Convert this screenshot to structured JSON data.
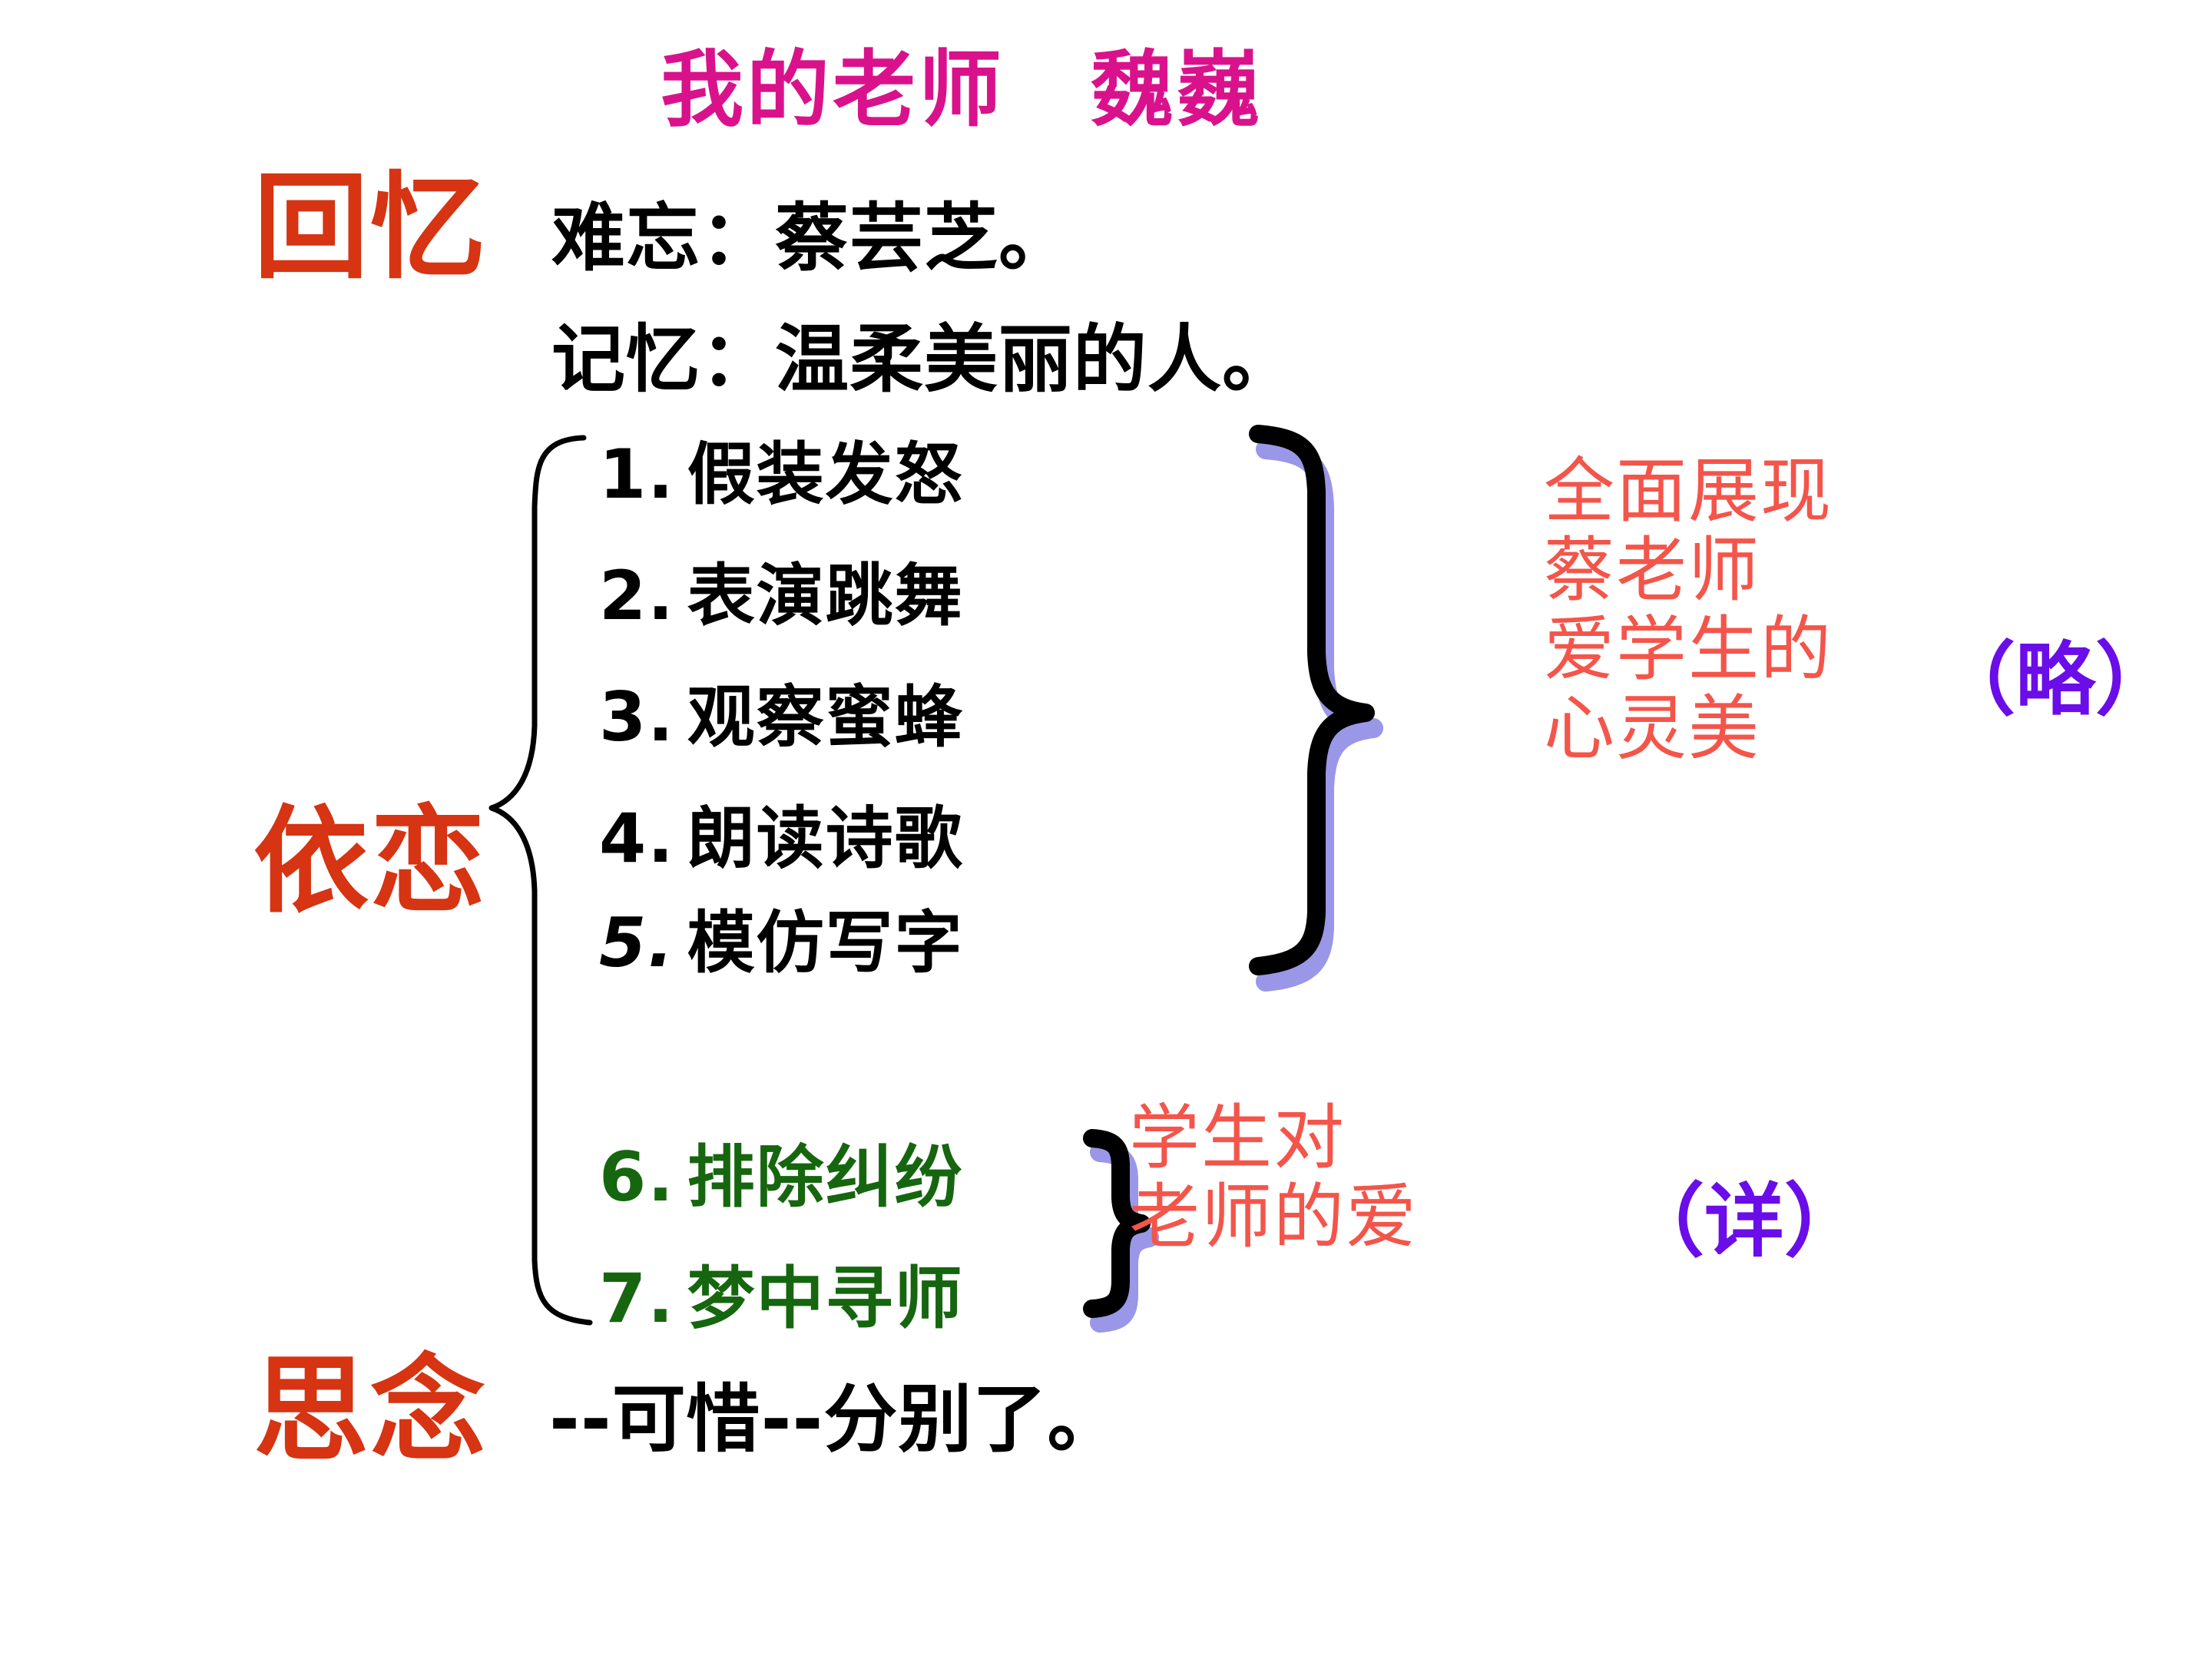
{
  "slide": {
    "title": "我的老师　魏巍",
    "background_color": "#FFFFFF"
  },
  "colors": {
    "title": "#D9128C",
    "section_word": "#D63412",
    "body_black": "#000000",
    "list_green": "#16660F",
    "note_pink": "#F4554A",
    "note_purple": "#6A0DE8",
    "brace_shadow": "#9A96E8"
  },
  "sections": {
    "recall": {
      "label": "回忆",
      "lines": [
        "难忘：蔡芸芝。",
        "记忆：温柔美丽的人。"
      ]
    },
    "attachment": {
      "label": "依恋"
    },
    "longing": {
      "label": "思念",
      "tail": "--可惜--分别了。"
    }
  },
  "list": {
    "group_a": [
      {
        "num": "1.",
        "text": "假装发怒"
      },
      {
        "num": "2.",
        "text": "表演跳舞"
      },
      {
        "num": "3.",
        "text": "观察蜜蜂"
      },
      {
        "num": "4.",
        "text": "朗读诗歌"
      },
      {
        "num": "5.",
        "text": "模仿写字"
      }
    ],
    "group_b": [
      {
        "num": "6.",
        "text": "排除纠纷"
      },
      {
        "num": "7.",
        "text": "梦中寻师"
      }
    ]
  },
  "notes": {
    "group_a_summary": "全面展现\n蔡老师\n爱学生的\n心灵美",
    "group_b_summary": "学生对\n老师的爱",
    "group_a_detail": "（略）",
    "group_b_detail": "（详）"
  }
}
